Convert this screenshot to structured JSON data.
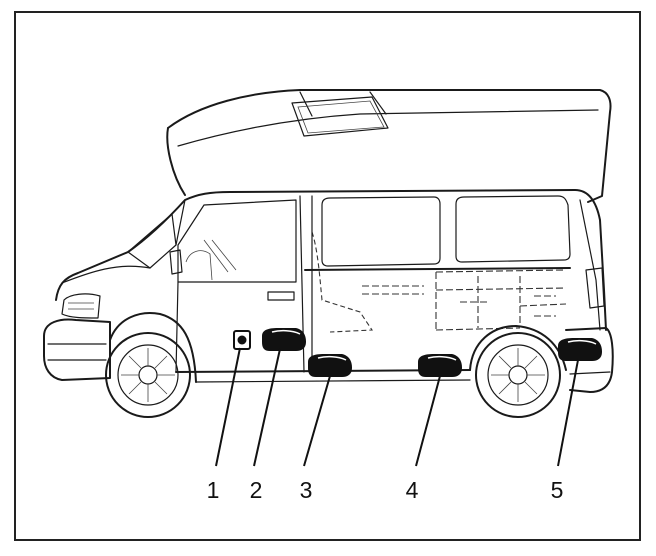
{
  "callouts": [
    {
      "label": "1"
    },
    {
      "label": "2"
    },
    {
      "label": "3"
    },
    {
      "label": "4"
    },
    {
      "label": "5"
    }
  ],
  "colors": {
    "line": "#1a1a1a",
    "frame": "#222222",
    "background": "#ffffff",
    "part_fill": "#111111"
  }
}
